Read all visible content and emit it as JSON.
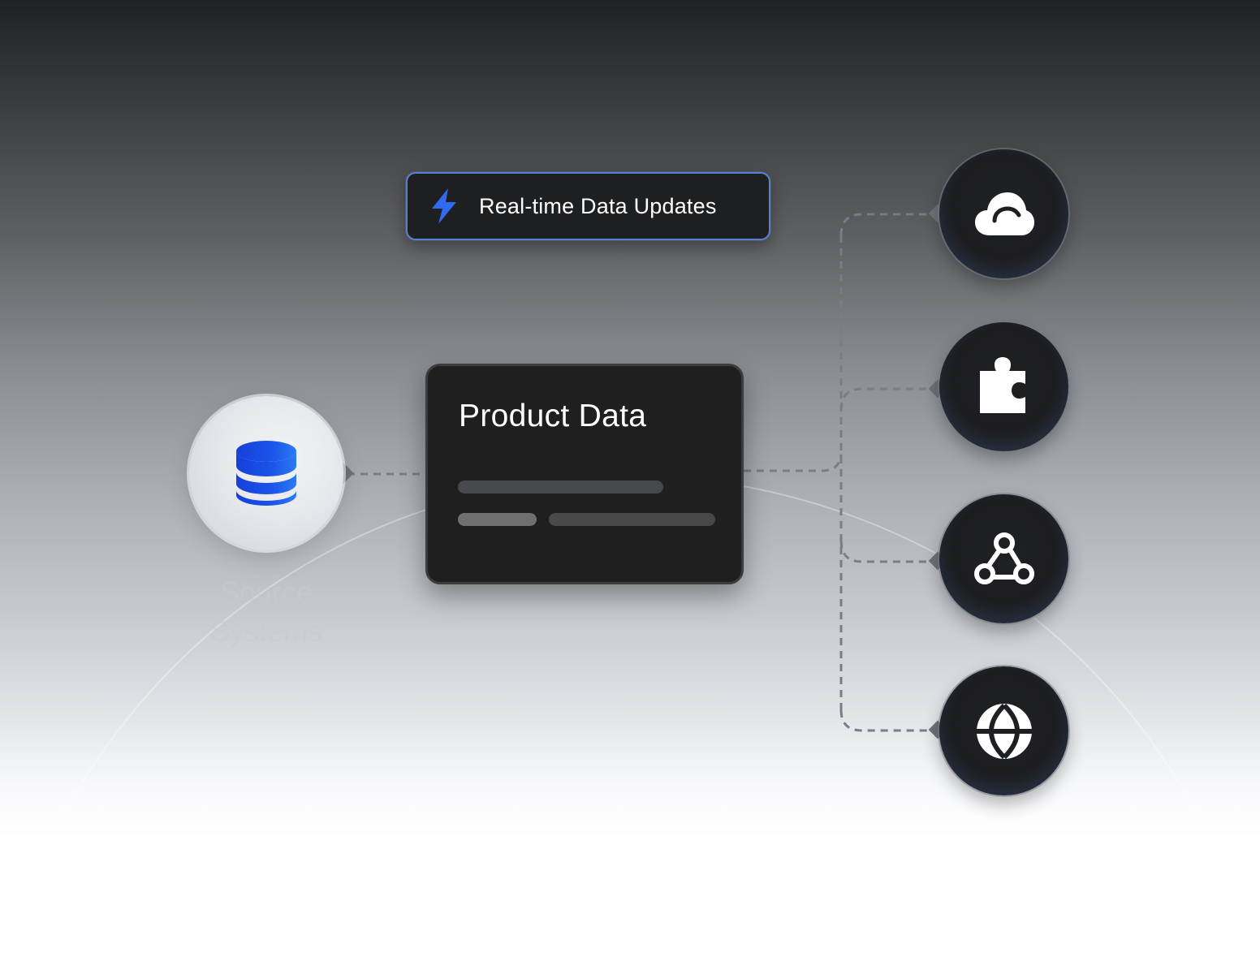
{
  "badge": {
    "label": "Real-time Data Updates",
    "icon": "lightning-bolt-icon",
    "accent_color": "#2f6bf0"
  },
  "source": {
    "label_line1": "Source",
    "label_line2": "Systems",
    "icon": "database-icon",
    "icon_color": "#1a4fe0"
  },
  "card": {
    "title": "Product Data"
  },
  "destinations": [
    {
      "icon": "cloud-icon"
    },
    {
      "icon": "puzzle-icon"
    },
    {
      "icon": "webhook-icon"
    },
    {
      "icon": "globe-icon"
    }
  ]
}
